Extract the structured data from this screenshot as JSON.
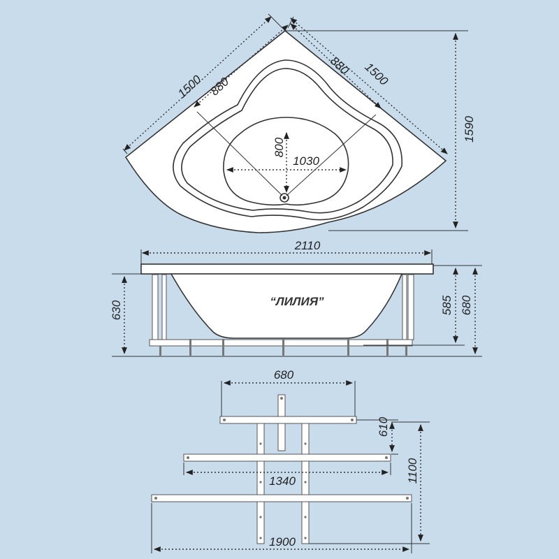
{
  "product_name": "“ЛИЛИЯ”",
  "top_view": {
    "side_a_outer": "1500",
    "side_a_inner": "880",
    "side_b_inner": "880",
    "side_b_outer": "1500",
    "bowl_depth": "800",
    "bowl_width": "1030",
    "overall_depth": "1590"
  },
  "side_view": {
    "overall_length": "2110",
    "height_left": "630",
    "height_inner": "585",
    "height_right": "680"
  },
  "frame": {
    "top_width": "680",
    "top_depth": "610",
    "middle_width": "1340",
    "overall_depth": "1100",
    "bottom_width": "1900"
  },
  "colors": {
    "background": "#c9dcec",
    "tub": "#ffffff",
    "line": "#333333"
  }
}
